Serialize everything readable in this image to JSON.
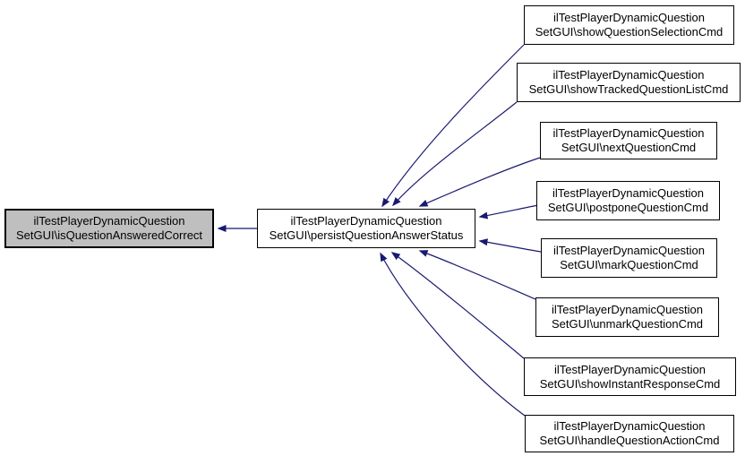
{
  "diagram": {
    "kind": "doxygen-caller-graph",
    "colors": {
      "edge": "#191970",
      "node_border": "#000000",
      "node_fill": "#ffffff",
      "current_node_fill": "#bfbfbf",
      "background": "#ffffff"
    },
    "nodes": {
      "current": {
        "line1": "ilTestPlayerDynamicQuestion",
        "line2": "SetGUI\\isQuestionAnsweredCorrect"
      },
      "hub": {
        "line1": "ilTestPlayerDynamicQuestion",
        "line2": "SetGUI\\persistQuestionAnswerStatus"
      },
      "callers": [
        {
          "line1": "ilTestPlayerDynamicQuestion",
          "line2": "SetGUI\\showQuestionSelectionCmd"
        },
        {
          "line1": "ilTestPlayerDynamicQuestion",
          "line2": "SetGUI\\showTrackedQuestionListCmd"
        },
        {
          "line1": "ilTestPlayerDynamicQuestion",
          "line2": "SetGUI\\nextQuestionCmd"
        },
        {
          "line1": "ilTestPlayerDynamicQuestion",
          "line2": "SetGUI\\postponeQuestionCmd"
        },
        {
          "line1": "ilTestPlayerDynamicQuestion",
          "line2": "SetGUI\\markQuestionCmd"
        },
        {
          "line1": "ilTestPlayerDynamicQuestion",
          "line2": "SetGUI\\unmarkQuestionCmd"
        },
        {
          "line1": "ilTestPlayerDynamicQuestion",
          "line2": "SetGUI\\showInstantResponseCmd"
        },
        {
          "line1": "ilTestPlayerDynamicQuestion",
          "line2": "SetGUI\\handleQuestionActionCmd"
        }
      ]
    },
    "edges": [
      {
        "from": "persistQuestionAnswerStatus",
        "to": "isQuestionAnsweredCorrect"
      },
      {
        "from": "showQuestionSelectionCmd",
        "to": "persistQuestionAnswerStatus"
      },
      {
        "from": "showTrackedQuestionListCmd",
        "to": "persistQuestionAnswerStatus"
      },
      {
        "from": "nextQuestionCmd",
        "to": "persistQuestionAnswerStatus"
      },
      {
        "from": "postponeQuestionCmd",
        "to": "persistQuestionAnswerStatus"
      },
      {
        "from": "markQuestionCmd",
        "to": "persistQuestionAnswerStatus"
      },
      {
        "from": "unmarkQuestionCmd",
        "to": "persistQuestionAnswerStatus"
      },
      {
        "from": "showInstantResponseCmd",
        "to": "persistQuestionAnswerStatus"
      },
      {
        "from": "handleQuestionActionCmd",
        "to": "persistQuestionAnswerStatus"
      }
    ]
  }
}
